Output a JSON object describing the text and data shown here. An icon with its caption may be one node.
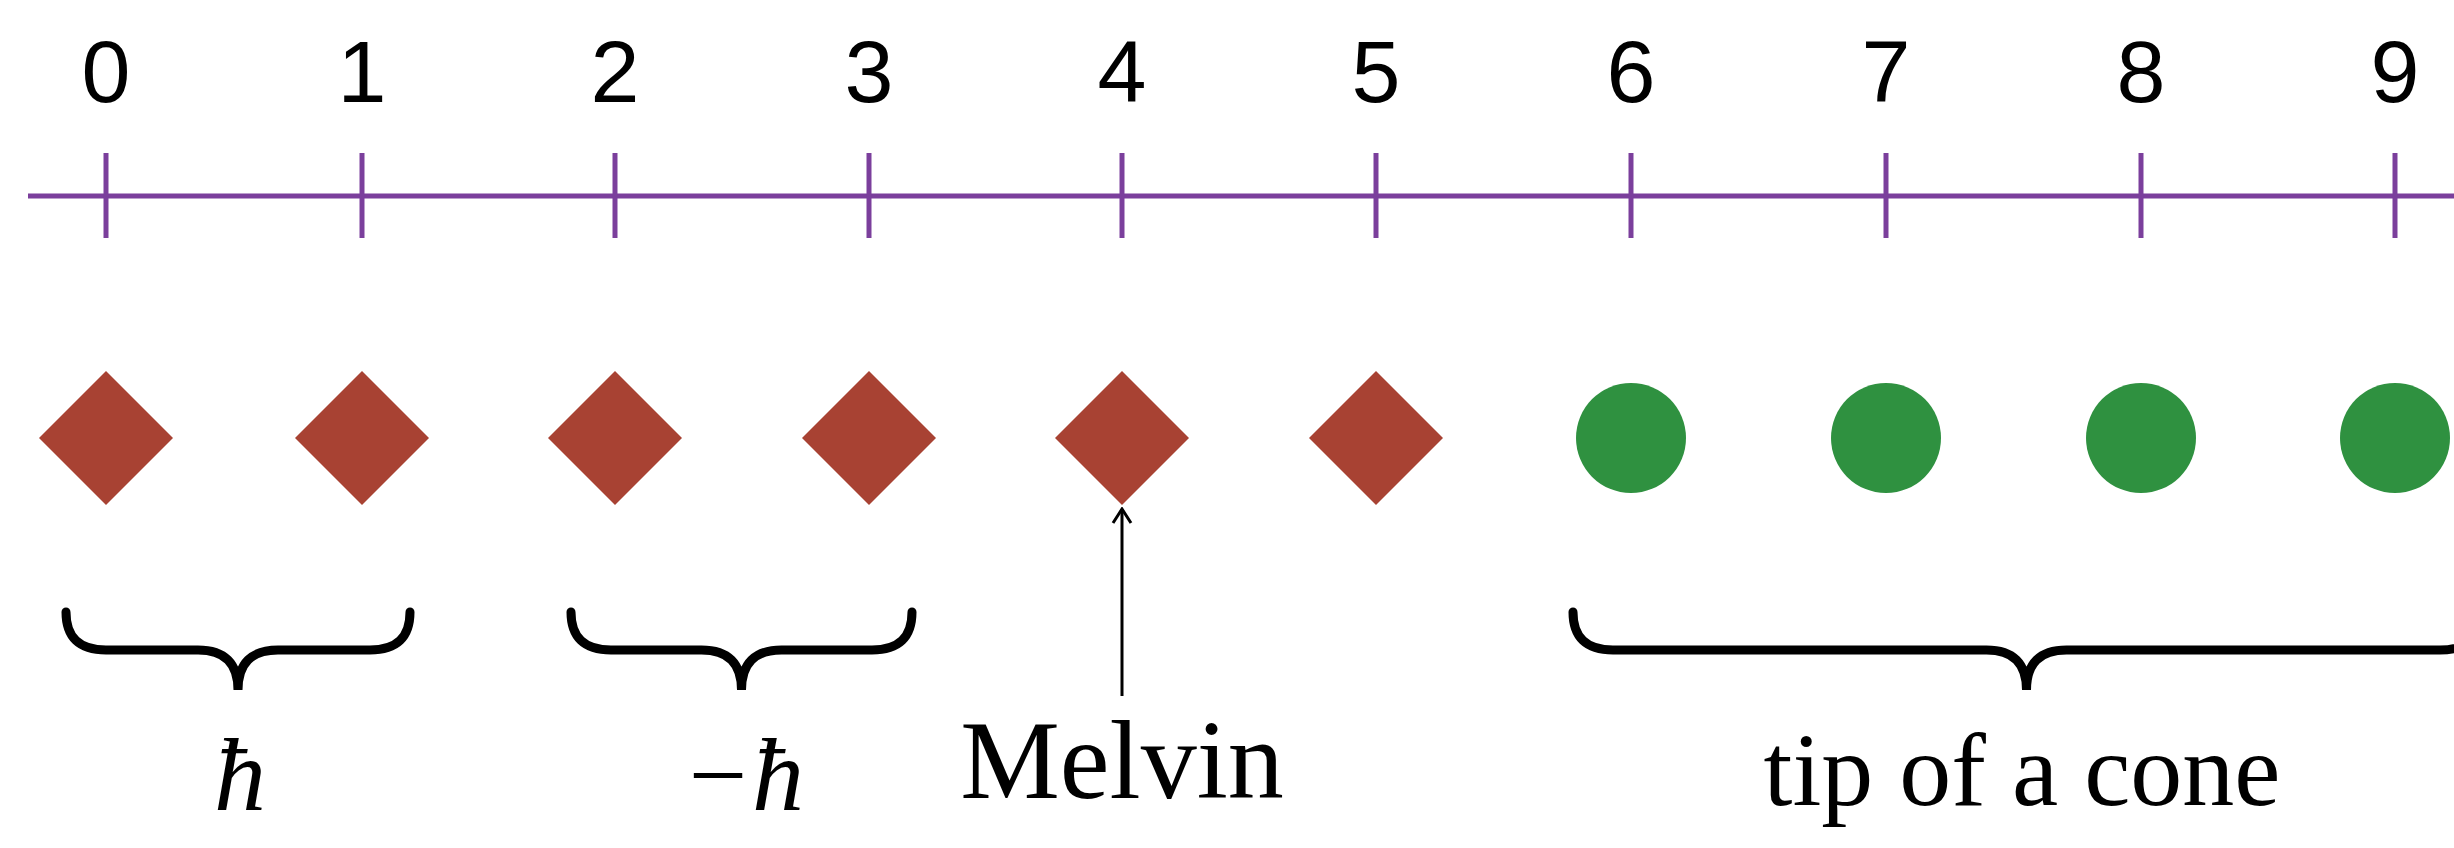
{
  "diagram": {
    "nodes": [
      {
        "text": [],
        "shape": "diamond"
      },
      {
        "text": [],
        "shape": "diamond"
      },
      {
        "text": [],
        "shape": "diamond"
      },
      {
        "text": [],
        "shape": "diamond"
      },
      {
        "text": [],
        "shape": "diamond"
      },
      {
        "text": [],
        "shape": "diamond"
      },
      {
        "text": [],
        "shape": "circle"
      },
      {
        "text": [],
        "shape": "circle"
      },
      {
        "text": [],
        "shape": "circle"
      },
      {
        "text": [],
        "shape": "circle"
      },
      {
        "text": [
          "Melvin"
        ]
      }
    ],
    "edges": [
      {
        "from": 10,
        "to": 4,
        "arrow": "to"
      }
    ],
    "labels": [
      "0",
      "1",
      "2",
      "3",
      "4",
      "5",
      "6",
      "7",
      "8",
      "9",
      "ħ",
      "−ħ",
      "tip of a cone"
    ]
  }
}
